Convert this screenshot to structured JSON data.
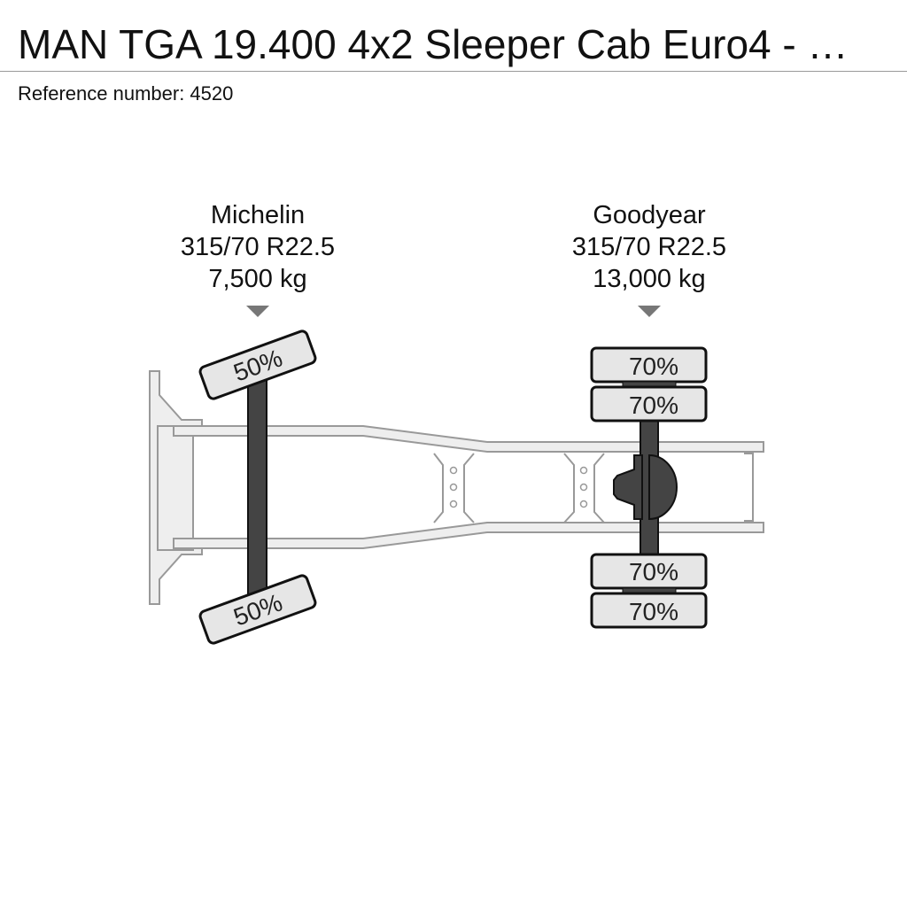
{
  "header": {
    "title": "MAN TGA 19.400 4x2 Sleeper Cab Euro4 - …",
    "reference": "Reference number: 4520"
  },
  "axles": [
    {
      "brand": "Michelin",
      "tyre_size": "315/70 R22.5",
      "load": "7,500 kg",
      "tyres": {
        "left": "50%",
        "right": "50%"
      }
    },
    {
      "brand": "Goodyear",
      "tyre_size": "315/70 R22.5",
      "load": "13,000 kg",
      "tyres": {
        "left_outer": "70%",
        "left_inner": "70%",
        "right_inner": "70%",
        "right_outer": "70%"
      }
    }
  ],
  "colors": {
    "frame_stroke": "#999999",
    "frame_fill": "#eeeeee",
    "axle_fill": "#444444",
    "tyre_fill": "#e6e6e6",
    "tyre_stroke": "#111111",
    "marker": "#777777"
  }
}
